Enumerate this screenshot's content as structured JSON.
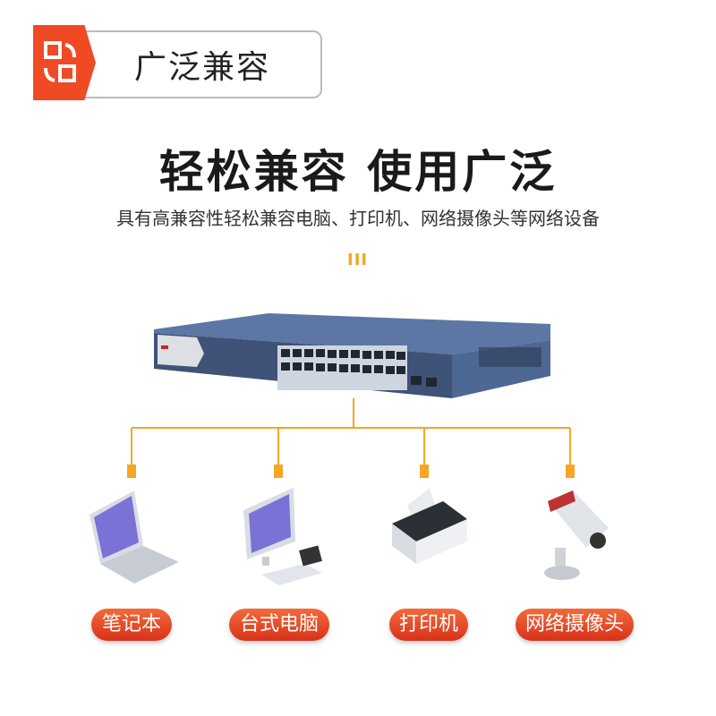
{
  "badge": {
    "label": "广泛兼容",
    "icon": "swap-icon"
  },
  "headline": "轻松兼容 使用广泛",
  "subtitle": "具有高兼容性轻松兼容电脑、打印机、网络摄像头等网络设备",
  "divider": "III",
  "colors": {
    "accent": "#f04a24",
    "line": "#f5a623",
    "switch": "#4a6590"
  },
  "devices": [
    {
      "label": "笔记本",
      "icon": "laptop-icon"
    },
    {
      "label": "台式电脑",
      "icon": "desktop-icon"
    },
    {
      "label": "打印机",
      "icon": "printer-icon"
    },
    {
      "label": "网络摄像头",
      "icon": "camera-icon"
    }
  ]
}
